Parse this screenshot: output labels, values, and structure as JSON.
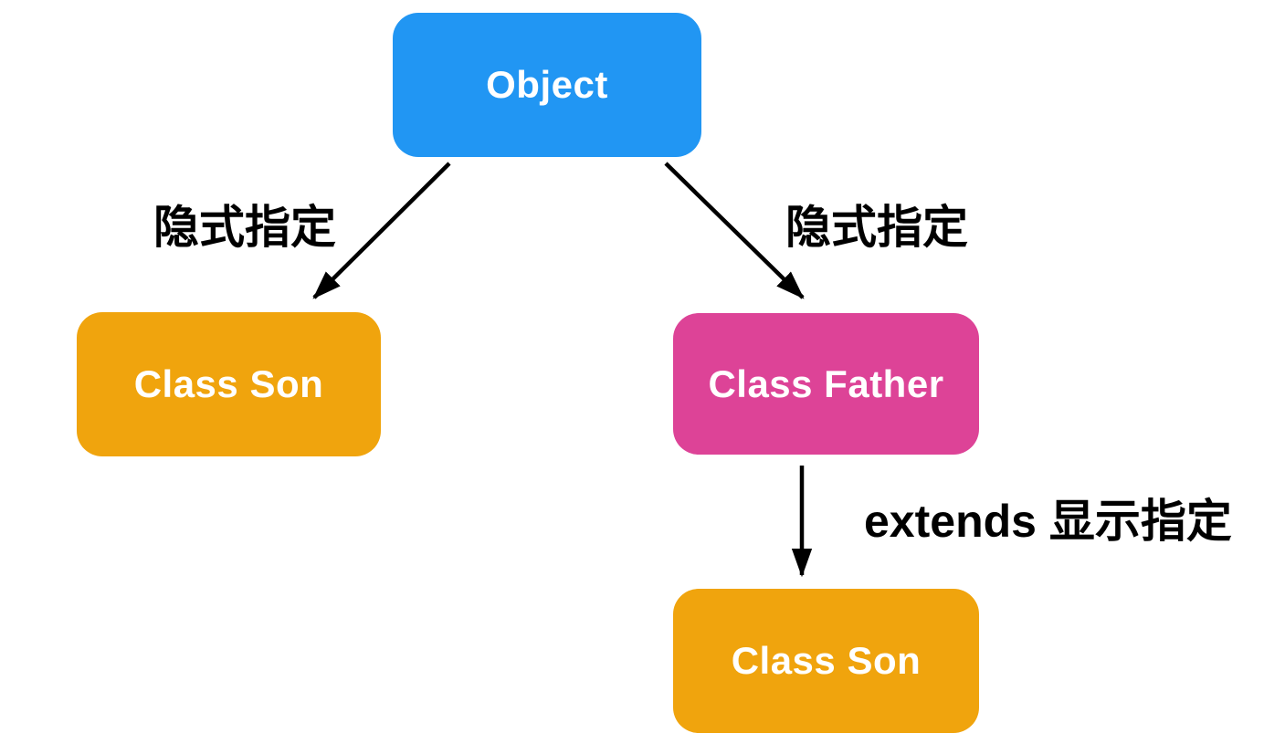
{
  "diagram": {
    "background": "#ffffff",
    "edge_color": "#000000",
    "label_color": "#000000",
    "nodes": [
      {
        "id": "object",
        "label": "Object",
        "color": "#2196f3",
        "text_color": "#ffffff"
      },
      {
        "id": "class-son-left",
        "label": "Class Son",
        "color": "#f0a40d",
        "text_color": "#ffffff"
      },
      {
        "id": "class-father",
        "label": "Class Father",
        "color": "#dd4397",
        "text_color": "#ffffff"
      },
      {
        "id": "class-son-bottom",
        "label": "Class Son",
        "color": "#f0a40d",
        "text_color": "#ffffff"
      }
    ],
    "edges": [
      {
        "from": "object",
        "to": "class-son-left",
        "label": "隐式指定"
      },
      {
        "from": "object",
        "to": "class-father",
        "label": "隐式指定"
      },
      {
        "from": "class-father",
        "to": "class-son-bottom",
        "label": "extends 显示指定"
      }
    ]
  }
}
